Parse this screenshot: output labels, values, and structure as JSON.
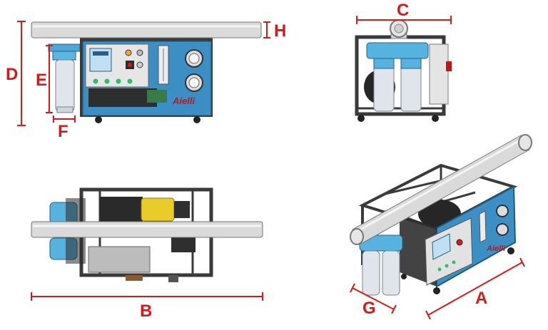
{
  "diagram": {
    "brand": "Aielli",
    "dimension_labels": {
      "A": "A",
      "B": "B",
      "C": "C",
      "D": "D",
      "E": "E",
      "F": "F",
      "G": "G",
      "H": "H"
    }
  },
  "colors": {
    "frame": "#4a4a4a",
    "panel_blue": "#3b8fc4",
    "panel_blue_dark": "#256f9f",
    "filter_blue": "#56b3e0",
    "pipe": "#d8d8d8",
    "motor_yellow": "#e8cc2a",
    "dimension_red": "#d61a1a"
  }
}
